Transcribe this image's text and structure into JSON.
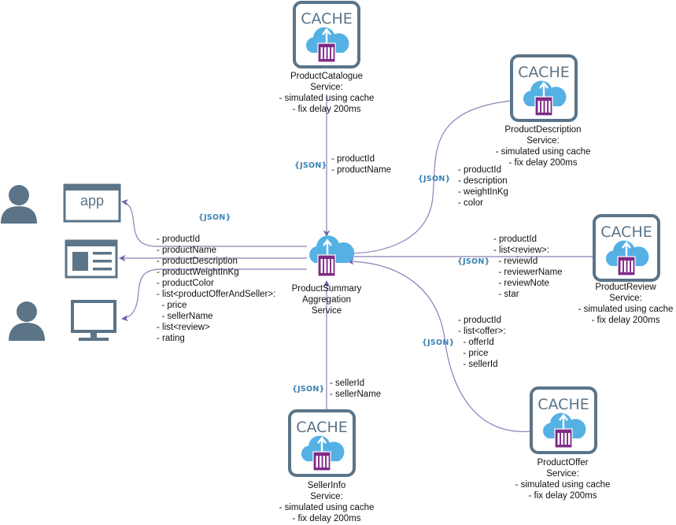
{
  "cache_label": "CACHE",
  "json_label": "{JSON}",
  "app_label": "app",
  "services": {
    "catalogue": [
      "ProductCatalogue",
      "Service:",
      "- simulated using cache",
      "- fix delay 200ms"
    ],
    "description": [
      "ProductDescription",
      "Service:",
      "- simulated using cache",
      "- fix delay 200ms"
    ],
    "review": [
      "ProductReview",
      "Service:",
      "- simulated using cache",
      "- fix delay 200ms"
    ],
    "offer": [
      "ProductOffer",
      "Service:",
      "- simulated using cache",
      "- fix delay 200ms"
    ],
    "seller": [
      "SellerInfo",
      "Service:",
      "- simulated using cache",
      "- fix delay 200ms"
    ],
    "aggregation": [
      "ProductSummary",
      "Aggregation",
      "Service"
    ]
  },
  "fields": {
    "catalogue": [
      "- productId",
      "- productName"
    ],
    "description": [
      "- productId",
      "- description",
      "- weightInKg",
      "- color"
    ],
    "review": [
      "- productId",
      "- list<review>:",
      "  - reviewId",
      "  - reviewerName",
      "  - reviewNote",
      "  - star"
    ],
    "offer": [
      "- productId",
      "- list<offer>:",
      "  - offerId",
      "  - price",
      "  - sellerId"
    ],
    "seller": [
      "- sellerId",
      "- sellerName"
    ],
    "summary": [
      "- productId",
      "- productName",
      "- productDescription",
      "- productWeightInKg",
      "- productColor",
      "- list<productOfferAndSeller>:",
      "  - price",
      "  - sellerName",
      "- list<review>",
      "- rating"
    ]
  },
  "colors": {
    "frame": "#5b7488",
    "cloud": "#55b1e4",
    "container": "#7f2a86",
    "arrow": "#8c7fb8",
    "json": "#3a82b3",
    "client": "#5b7488"
  }
}
